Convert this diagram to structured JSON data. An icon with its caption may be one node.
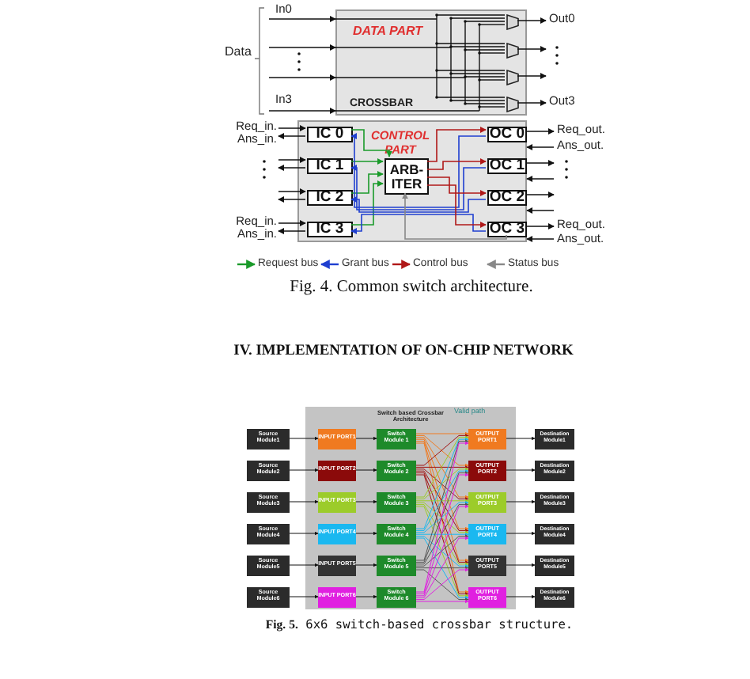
{
  "diagram": {
    "nodes": [
      {
        "text": [
          "DATA PART",
          "CROSSBAR"
        ]
      },
      {
        "text": [],
        "shape": "trapezoid",
        "in": 0
      },
      {
        "text": [],
        "shape": "trapezoid",
        "in": 0
      },
      {
        "text": [],
        "shape": "trapezoid",
        "in": 0
      },
      {
        "text": [],
        "shape": "trapezoid",
        "in": 0
      },
      {
        "text": [
          "CONTROL PART"
        ]
      },
      {
        "text": [
          "IC 0"
        ],
        "in": 5
      },
      {
        "text": [
          "IC 1"
        ],
        "in": 5
      },
      {
        "text": [
          "IC 2"
        ],
        "in": 5
      },
      {
        "text": [
          "IC 3"
        ],
        "in": 5
      },
      {
        "text": [
          "ARB- ITER"
        ],
        "in": 5
      },
      {
        "text": [
          "OC 0"
        ],
        "in": 5
      },
      {
        "text": [
          "OC 1"
        ],
        "in": 5
      },
      {
        "text": [
          "OC 2"
        ],
        "in": 5
      },
      {
        "text": [
          "OC 3"
        ],
        "in": 5
      },
      {
        "text": [
          "Switch based Crossbar Architecture"
        ]
      },
      {
        "text": [
          "Source Module1"
        ]
      },
      {
        "text": [
          "Source Module2"
        ]
      },
      {
        "text": [
          "Source Module3"
        ]
      },
      {
        "text": [
          "Source Module4"
        ]
      },
      {
        "text": [
          "Source Module5"
        ]
      },
      {
        "text": [
          "Source Module6"
        ]
      },
      {
        "text": [
          "INPUT PORT1"
        ],
        "in": 15
      },
      {
        "text": [
          "INPUT PORT2"
        ],
        "in": 15
      },
      {
        "text": [
          "INPUT PORT3"
        ],
        "in": 15
      },
      {
        "text": [
          "INPUT PORT4"
        ],
        "in": 15
      },
      {
        "text": [
          "INPUT PORT5"
        ],
        "in": 15
      },
      {
        "text": [
          "INPUT PORT6"
        ],
        "in": 15
      },
      {
        "text": [
          "Switch Module 1"
        ],
        "in": 15
      },
      {
        "text": [
          "Switch Module 2"
        ],
        "in": 15
      },
      {
        "text": [
          "Switch Module 3"
        ],
        "in": 15
      },
      {
        "text": [
          "Switch Module 4"
        ],
        "in": 15
      },
      {
        "text": [
          "Switch Module 5"
        ],
        "in": 15
      },
      {
        "text": [
          "Switch Module 6"
        ],
        "in": 15
      },
      {
        "text": [
          "OUTPUT PORT1"
        ],
        "in": 15
      },
      {
        "text": [
          "OUTPUT PORT2"
        ],
        "in": 15
      },
      {
        "text": [
          "OUTPUT PORT3"
        ],
        "in": 15
      },
      {
        "text": [
          "OUTPUT PORT4"
        ],
        "in": 15
      },
      {
        "text": [
          "OUTPUT PORT5"
        ],
        "in": 15
      },
      {
        "text": [
          "OUTPUT PORT6"
        ],
        "in": 15
      },
      {
        "text": [
          "Destination Module1"
        ]
      },
      {
        "text": [
          "Destination Module2"
        ]
      },
      {
        "text": [
          "Destination Module3"
        ]
      },
      {
        "text": [
          "Destination Module4"
        ]
      },
      {
        "text": [
          "Destination Module5"
        ]
      },
      {
        "text": [
          "Destination Module6"
        ]
      }
    ],
    "edges": [
      {
        "from": null,
        "to": 0,
        "arrow": "to",
        "label": "In0"
      },
      {
        "from": null,
        "to": 0,
        "arrow": "to"
      },
      {
        "from": null,
        "to": 0,
        "arrow": "to"
      },
      {
        "from": null,
        "to": 0,
        "arrow": "to",
        "label": "In3"
      },
      {
        "from": 1,
        "to": null,
        "arrow": "to",
        "label": "Out0"
      },
      {
        "from": 2,
        "to": null,
        "arrow": "to"
      },
      {
        "from": 3,
        "to": null,
        "arrow": "to"
      },
      {
        "from": 4,
        "to": null,
        "arrow": "to",
        "label": "Out3"
      },
      {
        "from": null,
        "to": 6,
        "arrow": "to",
        "label": "Req_in."
      },
      {
        "from": 6,
        "to": null,
        "arrow": "to",
        "label": "Ans_in."
      },
      {
        "from": null,
        "to": 7,
        "arrow": "to"
      },
      {
        "from": 7,
        "to": null,
        "arrow": "to"
      },
      {
        "from": null,
        "to": 8,
        "arrow": "to"
      },
      {
        "from": 8,
        "to": null,
        "arrow": "to"
      },
      {
        "from": null,
        "to": 9,
        "arrow": "to",
        "label": "Req_in."
      },
      {
        "from": 9,
        "to": null,
        "arrow": "to",
        "label": "Ans_in."
      },
      {
        "from": 11,
        "to": null,
        "arrow": "to",
        "label": "Req_out."
      },
      {
        "from": null,
        "to": 5,
        "arrow": "to",
        "label": "Ans_out."
      },
      {
        "from": 12,
        "to": null,
        "arrow": "to"
      },
      {
        "from": null,
        "to": 5,
        "arrow": "to"
      },
      {
        "from": 13,
        "to": null,
        "arrow": "to"
      },
      {
        "from": null,
        "to": 5,
        "arrow": "to"
      },
      {
        "from": 14,
        "to": null,
        "arrow": "to",
        "label": "Req_out."
      },
      {
        "from": null,
        "to": 5,
        "arrow": "to",
        "label": "Ans_out."
      },
      {
        "from": 6,
        "to": 10,
        "arrow": "to",
        "color": "#1a9a2a"
      },
      {
        "from": 7,
        "to": 10,
        "arrow": "to",
        "color": "#1a9a2a"
      },
      {
        "from": 8,
        "to": 10,
        "arrow": "to",
        "color": "#1a9a2a"
      },
      {
        "from": 9,
        "to": 10,
        "arrow": "to",
        "color": "#1a9a2a"
      },
      {
        "from": 11,
        "to": 6,
        "arrow": "to",
        "color": "#1f3fd0"
      },
      {
        "from": 12,
        "to": 7,
        "arrow": "to",
        "color": "#1f3fd0"
      },
      {
        "from": 13,
        "to": 8,
        "arrow": "to",
        "color": "#1f3fd0"
      },
      {
        "from": 14,
        "to": 9,
        "arrow": "to",
        "color": "#1f3fd0"
      },
      {
        "from": 10,
        "to": 11,
        "arrow": "to",
        "color": "#b01818"
      },
      {
        "from": 10,
        "to": 12,
        "arrow": "to",
        "color": "#b01818"
      },
      {
        "from": 10,
        "to": 13,
        "arrow": "to",
        "color": "#b01818"
      },
      {
        "from": 10,
        "to": 14,
        "arrow": "to",
        "color": "#b01818"
      },
      {
        "from": 14,
        "to": 10,
        "arrow": "to",
        "color": "#888888"
      },
      {
        "from": 16,
        "to": 22,
        "arrow": "to"
      },
      {
        "from": 17,
        "to": 23,
        "arrow": "to"
      },
      {
        "from": 18,
        "to": 24,
        "arrow": "to"
      },
      {
        "from": 19,
        "to": 25,
        "arrow": "to"
      },
      {
        "from": 20,
        "to": 26,
        "arrow": "to"
      },
      {
        "from": 21,
        "to": 27,
        "arrow": "to"
      },
      {
        "from": 22,
        "to": 28,
        "arrow": "to"
      },
      {
        "from": 23,
        "to": 29,
        "arrow": "to"
      },
      {
        "from": 24,
        "to": 30,
        "arrow": "to"
      },
      {
        "from": 25,
        "to": 31,
        "arrow": "to"
      },
      {
        "from": 26,
        "to": 32,
        "arrow": "to"
      },
      {
        "from": 27,
        "to": 33,
        "arrow": "to"
      },
      {
        "from": 28,
        "to": 34,
        "arrow": "to",
        "color": "#f07a20"
      },
      {
        "from": 28,
        "to": 35,
        "arrow": "to",
        "color": "#f07a20"
      },
      {
        "from": 28,
        "to": 36,
        "arrow": "to",
        "color": "#f07a20"
      },
      {
        "from": 28,
        "to": 37,
        "arrow": "to",
        "color": "#f07a20"
      },
      {
        "from": 28,
        "to": 38,
        "arrow": "to",
        "color": "#f07a20"
      },
      {
        "from": 28,
        "to": 39,
        "arrow": "to",
        "color": "#f07a20"
      },
      {
        "from": 29,
        "to": 34,
        "arrow": "to",
        "color": "#a01010"
      },
      {
        "from": 29,
        "to": 35,
        "arrow": "to",
        "color": "#a01010"
      },
      {
        "from": 29,
        "to": 36,
        "arrow": "to",
        "color": "#a01010"
      },
      {
        "from": 29,
        "to": 37,
        "arrow": "to",
        "color": "#a01010"
      },
      {
        "from": 29,
        "to": 38,
        "arrow": "to",
        "color": "#a01010"
      },
      {
        "from": 29,
        "to": 39,
        "arrow": "to",
        "color": "#a01010"
      },
      {
        "from": 30,
        "to": 34,
        "arrow": "to",
        "color": "#9ccc2a"
      },
      {
        "from": 30,
        "to": 35,
        "arrow": "to",
        "color": "#9ccc2a"
      },
      {
        "from": 30,
        "to": 36,
        "arrow": "to",
        "color": "#9ccc2a"
      },
      {
        "from": 30,
        "to": 37,
        "arrow": "to",
        "color": "#9ccc2a"
      },
      {
        "from": 30,
        "to": 38,
        "arrow": "to",
        "color": "#9ccc2a"
      },
      {
        "from": 30,
        "to": 39,
        "arrow": "to",
        "color": "#9ccc2a"
      },
      {
        "from": 31,
        "to": 34,
        "arrow": "to",
        "color": "#1ab8f0"
      },
      {
        "from": 31,
        "to": 35,
        "arrow": "to",
        "color": "#1ab8f0"
      },
      {
        "from": 31,
        "to": 36,
        "arrow": "to",
        "color": "#1ab8f0"
      },
      {
        "from": 31,
        "to": 37,
        "arrow": "to",
        "color": "#1ab8f0"
      },
      {
        "from": 31,
        "to": 38,
        "arrow": "to",
        "color": "#1ab8f0"
      },
      {
        "from": 31,
        "to": 39,
        "arrow": "to",
        "color": "#1ab8f0"
      },
      {
        "from": 32,
        "to": 34,
        "arrow": "to",
        "color": "#555555"
      },
      {
        "from": 32,
        "to": 35,
        "arrow": "to",
        "color": "#555555"
      },
      {
        "from": 32,
        "to": 36,
        "arrow": "to",
        "color": "#555555"
      },
      {
        "from": 32,
        "to": 37,
        "arrow": "to",
        "color": "#555555"
      },
      {
        "from": 32,
        "to": 38,
        "arrow": "to",
        "color": "#555555"
      },
      {
        "from": 32,
        "to": 39,
        "arrow": "to",
        "color": "#555555"
      },
      {
        "from": 33,
        "to": 34,
        "arrow": "to",
        "color": "#e020e0"
      },
      {
        "from": 33,
        "to": 35,
        "arrow": "to",
        "color": "#e020e0"
      },
      {
        "from": 33,
        "to": 36,
        "arrow": "to",
        "color": "#e020e0"
      },
      {
        "from": 33,
        "to": 37,
        "arrow": "to",
        "color": "#e020e0"
      },
      {
        "from": 33,
        "to": 38,
        "arrow": "to",
        "color": "#e020e0"
      },
      {
        "from": 33,
        "to": 39,
        "arrow": "to",
        "color": "#e020e0"
      },
      {
        "from": 34,
        "to": 40,
        "arrow": "to"
      },
      {
        "from": 35,
        "to": 41,
        "arrow": "to"
      },
      {
        "from": 36,
        "to": 42,
        "arrow": "to"
      },
      {
        "from": 37,
        "to": 43,
        "arrow": "to"
      },
      {
        "from": 38,
        "to": 44,
        "arrow": "to"
      },
      {
        "from": 39,
        "to": 45,
        "arrow": "to"
      }
    ],
    "labels": [
      "Data",
      "Fig. 4. Common switch architecture.",
      "IV. IMPLEMENTATION OF ON-CHIP NETWORK",
      "Valid path",
      "**Fig. 5.** 6x6 switch-based crossbar structure."
    ],
    "legend": [
      {
        "text": "Request bus"
      },
      {
        "text": "Grant bus"
      },
      {
        "text": "Control bus"
      },
      {
        "text": "Status bus"
      }
    ]
  }
}
